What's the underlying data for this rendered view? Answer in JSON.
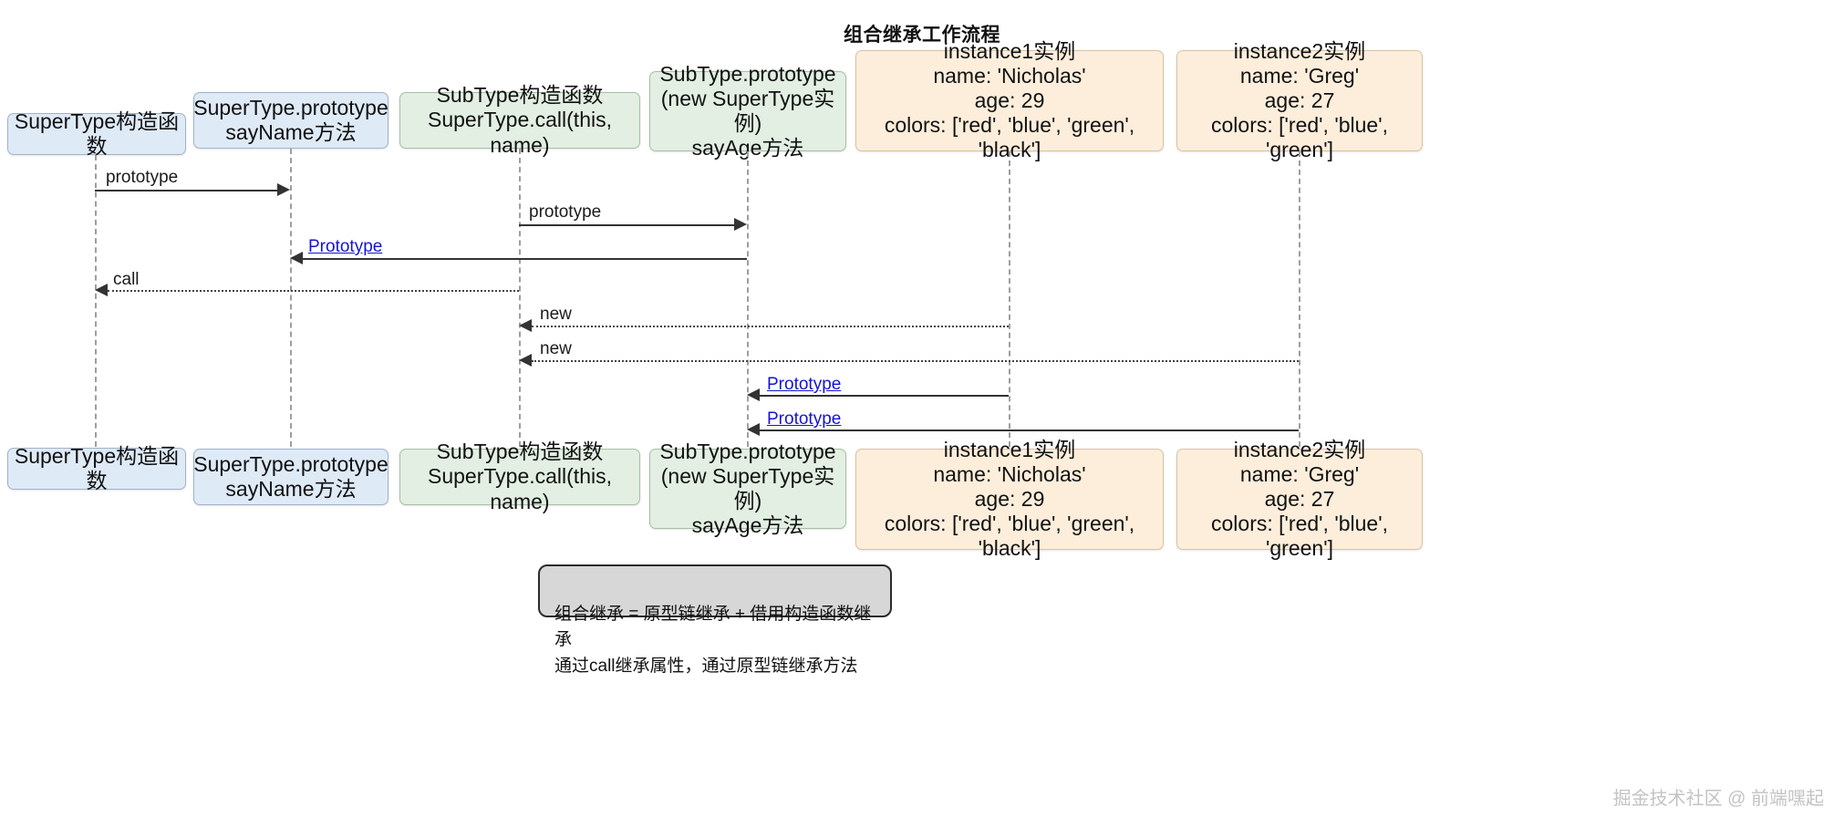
{
  "title": "组合继承工作流程",
  "watermark": "掘金技术社区 @ 前端嘿起",
  "colors": {
    "blue_fill": "#dfeaf7",
    "green_fill": "#e2efe2",
    "peach_fill": "#fdeedb",
    "box_border": "#9aa0a6",
    "lifeline": "#9e9e9e",
    "arrow": "#333333",
    "link": "#1414d2",
    "note_fill": "#d7d7d7",
    "note_border": "#2b2b2b",
    "watermark": "#c3c3c3"
  },
  "diagram_type": "sequence",
  "participants": [
    {
      "id": "supertype",
      "label": "SuperType构造函数",
      "style": "blue"
    },
    {
      "id": "supertype_proto",
      "label": "SuperType.prototype\nsayName方法",
      "style": "blue"
    },
    {
      "id": "subtype",
      "label": "SubType构造函数\nSuperType.call(this, name)",
      "style": "green"
    },
    {
      "id": "subtype_proto",
      "label": "SubType.prototype\n(new SuperType实例)\nsayAge方法",
      "style": "green"
    },
    {
      "id": "instance1",
      "label": "instance1实例\nname: 'Nicholas'\nage: 29\ncolors: ['red', 'blue', 'green', 'black']",
      "style": "peach"
    },
    {
      "id": "instance2",
      "label": "instance2实例\nname: 'Greg'\nage: 27\ncolors: ['red', 'blue', 'green']",
      "style": "peach"
    }
  ],
  "messages": [
    {
      "id": "m1",
      "label": "prototype",
      "from": "supertype",
      "to": "supertype_proto",
      "style": "solid",
      "link": false
    },
    {
      "id": "m2",
      "label": "prototype",
      "from": "subtype",
      "to": "subtype_proto",
      "style": "solid",
      "link": false
    },
    {
      "id": "m3",
      "label": "Prototype",
      "from": "subtype_proto",
      "to": "supertype_proto",
      "style": "solid",
      "link": true
    },
    {
      "id": "m4",
      "label": "call",
      "from": "subtype",
      "to": "supertype",
      "style": "dotted",
      "link": false
    },
    {
      "id": "m5",
      "label": "new",
      "from": "instance1",
      "to": "subtype",
      "style": "dotted",
      "link": false
    },
    {
      "id": "m6",
      "label": "new",
      "from": "instance2",
      "to": "subtype",
      "style": "dotted",
      "link": false
    },
    {
      "id": "m7",
      "label": "Prototype",
      "from": "instance1",
      "to": "subtype_proto",
      "style": "solid",
      "link": true
    },
    {
      "id": "m8",
      "label": "Prototype",
      "from": "instance2",
      "to": "subtype_proto",
      "style": "solid",
      "link": true
    }
  ],
  "note": {
    "text": "组合继承 = 原型链继承 + 借用构造函数继承\n通过call继承属性，通过原型链继承方法"
  }
}
